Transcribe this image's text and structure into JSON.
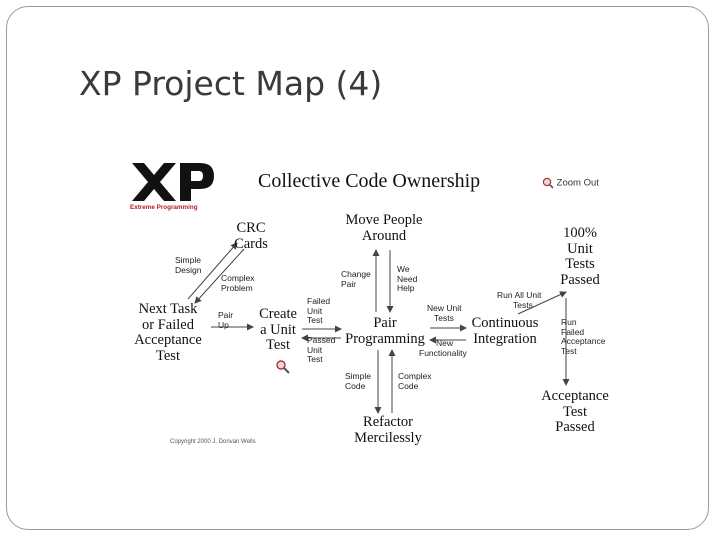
{
  "slide": {
    "title": "XP Project Map (4)"
  },
  "diagram": {
    "logo_text": "XP",
    "logo_caption": "Extreme Programming",
    "heading": "Collective Code Ownership",
    "zoom_label": "Zoom Out",
    "copyright": "Copyright 2000 J. Donvan Wells",
    "nodes": {
      "crc_cards": [
        "CRC",
        "Cards"
      ],
      "move_people": [
        "Move People",
        "Around"
      ],
      "unit_tests_100": [
        "100%",
        "Unit",
        "Tests",
        "Passed"
      ],
      "next_task": [
        "Next Task",
        "or Failed",
        "Acceptance",
        "Test"
      ],
      "create_unit_test": [
        "Create",
        "a Unit",
        "Test"
      ],
      "pair_programming": [
        "Pair",
        "Programming"
      ],
      "continuous_integration": [
        "Continuous",
        "Integration"
      ],
      "refactor": [
        "Refactor",
        "Mercilessly"
      ],
      "acceptance_passed": [
        "Acceptance",
        "Test",
        "Passed"
      ]
    },
    "edge_labels": {
      "simple_design": [
        "Simple",
        "Design"
      ],
      "complex_problem": [
        "Complex",
        "Problem"
      ],
      "pair_up": [
        "Pair",
        "Up"
      ],
      "failed_unit_test": [
        "Failed",
        "Unit",
        "Test"
      ],
      "passed_unit_test": [
        "Passed",
        "Unit",
        "Test"
      ],
      "change_pair": [
        "Change",
        "Pair"
      ],
      "we_need_help": [
        "We",
        "Need",
        "Help"
      ],
      "new_unit_tests": [
        "New Unit",
        "Tests"
      ],
      "new_functionality": [
        "New",
        "Functionality"
      ],
      "simple_code": [
        "Simple",
        "Code"
      ],
      "complex_code": [
        "Complex",
        "Code"
      ],
      "run_all_unit_tests": [
        "Run All Unit",
        "Tests"
      ],
      "run_failed_acceptance": [
        "Run",
        "Failed",
        "Acceptance",
        "Test"
      ]
    },
    "colors": {
      "arrow": "#444444",
      "text": "#111111",
      "frame": "#9a9a9a"
    }
  }
}
